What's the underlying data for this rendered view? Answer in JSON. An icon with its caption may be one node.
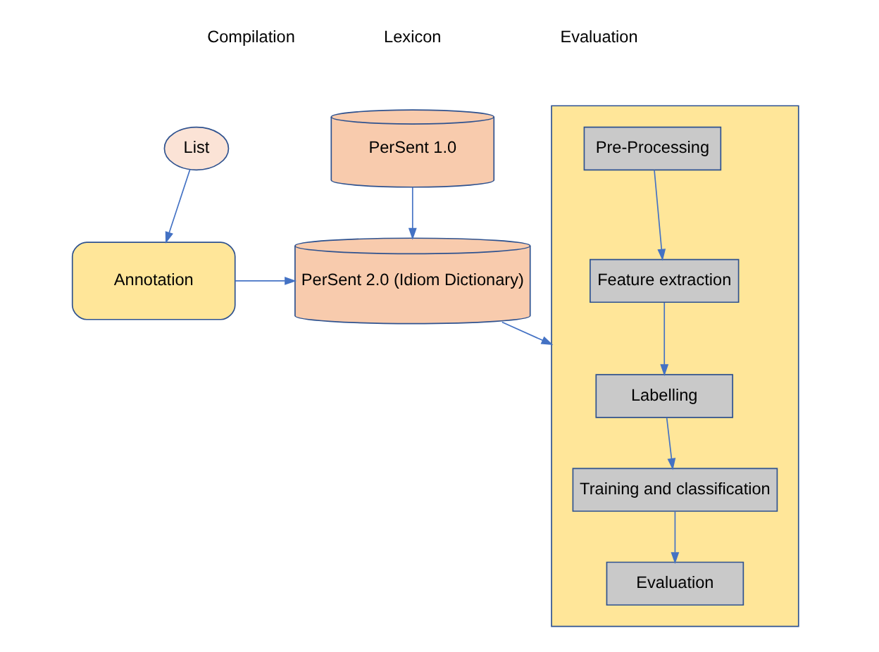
{
  "diagram": {
    "nodes": [
      {
        "text": [
          "List"
        ]
      },
      {
        "text": [
          "Annotation"
        ]
      },
      {
        "text": [
          "PerSent 1.0"
        ]
      },
      {
        "text": [
          "PerSent 2.0 (Idiom Dictionary)"
        ]
      },
      {
        "text": [],
        "shape": "box"
      },
      {
        "text": [
          "Pre-Processing"
        ],
        "in": 4
      },
      {
        "text": [
          "Feature extraction"
        ],
        "in": 4
      },
      {
        "text": [
          "Labelling"
        ],
        "in": 4
      },
      {
        "text": [
          "Training and classification"
        ],
        "in": 4
      },
      {
        "text": [
          "Evaluation"
        ],
        "in": 4
      }
    ],
    "edges": [
      {
        "from": 0,
        "to": 1,
        "arrow": "to"
      },
      {
        "from": 2,
        "to": 3,
        "arrow": "to"
      },
      {
        "from": 1,
        "to": 3,
        "arrow": "to"
      },
      {
        "from": 3,
        "to": 4,
        "arrow": "to"
      },
      {
        "from": 5,
        "to": 6,
        "arrow": "to"
      },
      {
        "from": 6,
        "to": 7,
        "arrow": "to"
      },
      {
        "from": 7,
        "to": 8,
        "arrow": "to"
      },
      {
        "from": 8,
        "to": 9,
        "arrow": "to"
      }
    ],
    "labels": [
      "Compilation",
      "Lexicon",
      "Evaluation"
    ]
  }
}
